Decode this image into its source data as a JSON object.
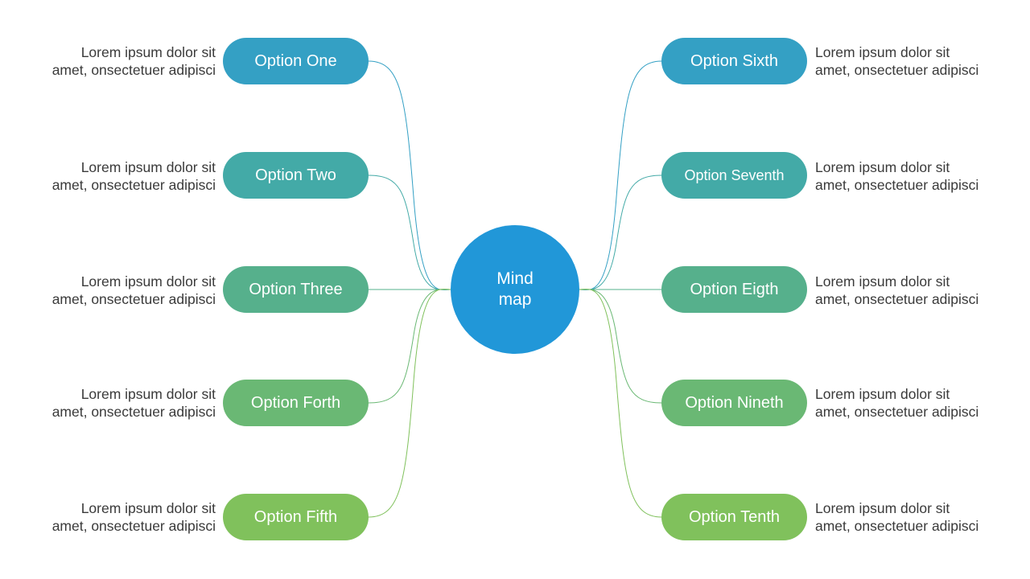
{
  "center": {
    "line1": "Mind",
    "line2": "map",
    "color": "#2197d8"
  },
  "left_options": [
    {
      "label": "Option One",
      "desc_line1": "Lorem ipsum dolor sit",
      "desc_line2": "amet, onsectetuer adipisci",
      "color": "#34a0c4"
    },
    {
      "label": "Option Two",
      "desc_line1": "Lorem ipsum dolor sit",
      "desc_line2": "amet, onsectetuer adipisci",
      "color": "#43aaa7"
    },
    {
      "label": "Option Three",
      "desc_line1": "Lorem ipsum dolor sit",
      "desc_line2": "amet, onsectetuer adipisci",
      "color": "#56b08c"
    },
    {
      "label": "Option Forth",
      "desc_line1": "Lorem ipsum dolor sit",
      "desc_line2": "amet, onsectetuer adipisci",
      "color": "#6ab874"
    },
    {
      "label": "Option Fifth",
      "desc_line1": "Lorem ipsum dolor sit",
      "desc_line2": "amet, onsectetuer adipisci",
      "color": "#80c15c"
    }
  ],
  "right_options": [
    {
      "label": "Option Sixth",
      "desc_line1": "Lorem ipsum dolor sit",
      "desc_line2": "amet, onsectetuer adipisci",
      "color": "#34a0c4"
    },
    {
      "label": "Option Seventh",
      "desc_line1": "Lorem ipsum dolor sit",
      "desc_line2": "amet, onsectetuer adipisci",
      "color": "#43aaa7"
    },
    {
      "label": "Option Eigth",
      "desc_line1": "Lorem ipsum dolor sit",
      "desc_line2": "amet, onsectetuer adipisci",
      "color": "#56b08c"
    },
    {
      "label": "Option Nineth",
      "desc_line1": "Lorem ipsum dolor sit",
      "desc_line2": "amet, onsectetuer adipisci",
      "color": "#6ab874"
    },
    {
      "label": "Option Tenth",
      "desc_line1": "Lorem ipsum dolor sit",
      "desc_line2": "amet, onsectetuer adipisci",
      "color": "#80c15c"
    }
  ]
}
